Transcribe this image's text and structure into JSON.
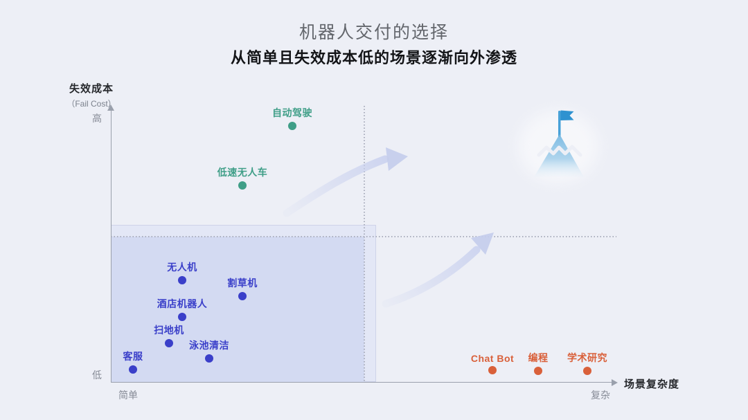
{
  "title": "机器人交付的选择",
  "subtitle": "从简单且失效成本低的场景逐渐向外渗透",
  "axes": {
    "y_title": "失效成本",
    "y_unit": "（Fail Cost）",
    "y_high": "高",
    "y_low": "低",
    "x_title": "场景复杂度",
    "x_min": "简单",
    "x_max": "复杂"
  },
  "colors": {
    "background": "#edeff6",
    "green_series": "#3f9e87",
    "blue_series": "#3a3fc9",
    "orange_series": "#d9603a",
    "highlight_box_outer": "#e3e7f6",
    "highlight_box_inner": "#d3daf2",
    "dotted_line": "#a9adbc",
    "axis": "#9aa0ac",
    "arrow_decor": "#c7cfee",
    "mountain_blue": "#47a1d8"
  },
  "decorations": {
    "goal_icon": "mountain-with-flag-icon",
    "curved_arrows": 2
  },
  "chart_data": {
    "type": "scatter",
    "title": "机器人交付的选择",
    "subtitle": "从简单且失效成本低的场景逐渐向外渗透",
    "xlabel": "场景复杂度",
    "ylabel": "失效成本（Fail Cost）",
    "x_axis_qualitative": [
      "简单",
      "复杂"
    ],
    "y_axis_qualitative": [
      "低",
      "高"
    ],
    "grid": false,
    "legend": "none",
    "highlight_region": "左下（简单、低失效成本）高亮矩形",
    "series": [
      {
        "name": "green",
        "color": "#3f9e87",
        "points": [
          {
            "label": "自动驾驶",
            "px": 422,
            "py": 182
          },
          {
            "label": "低速无人车",
            "px": 350,
            "py": 268
          }
        ]
      },
      {
        "name": "blue",
        "color": "#3a3fc9",
        "points": [
          {
            "label": "无人机",
            "px": 263,
            "py": 405
          },
          {
            "label": "割草机",
            "px": 350,
            "py": 428
          },
          {
            "label": "酒店机器人",
            "px": 263,
            "py": 458
          },
          {
            "label": "扫地机",
            "px": 244,
            "py": 496
          },
          {
            "label": "泳池清洁",
            "px": 302,
            "py": 518
          },
          {
            "label": "客服",
            "px": 192,
            "py": 534
          }
        ]
      },
      {
        "name": "orange",
        "color": "#d9603a",
        "points": [
          {
            "label": "Chat Bot",
            "px": 711,
            "py": 535
          },
          {
            "label": "编程",
            "px": 777,
            "py": 536
          },
          {
            "label": "学术研究",
            "px": 848,
            "py": 536
          }
        ]
      }
    ]
  }
}
